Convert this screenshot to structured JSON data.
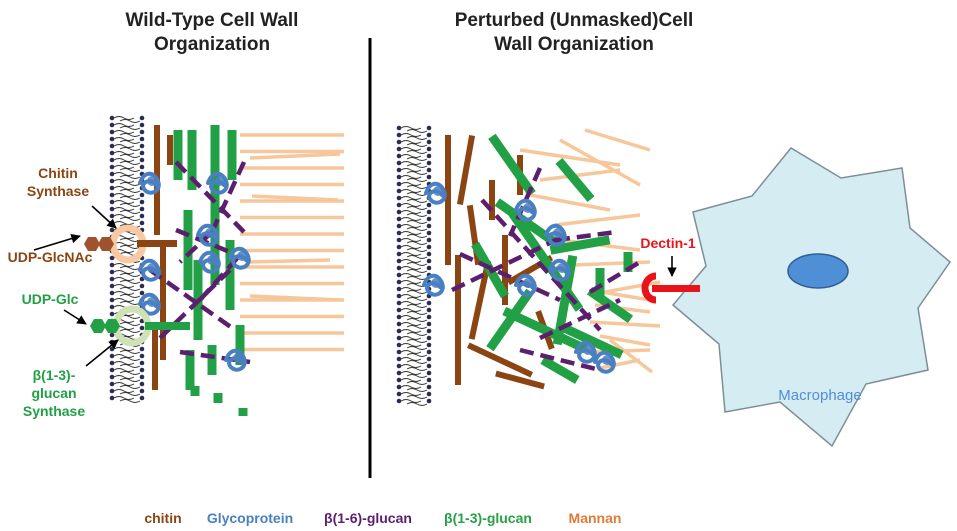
{
  "titles": {
    "left_line1": "Wild-Type Cell Wall",
    "left_line2": "Organization",
    "right_line1": "Perturbed (Unmasked)Cell",
    "right_line2": "Wall Organization"
  },
  "labels": {
    "chitin_synthase_1": "Chitin",
    "chitin_synthase_2": "Synthase",
    "udp_glcnac": "UDP-GlcNAc",
    "udp_glc": "UDP-Glc",
    "glucan_synthase_1": "β(1-3)-",
    "glucan_synthase_2": "glucan",
    "glucan_synthase_3": "Synthase",
    "dectin": "Dectin-1",
    "macrophage": "Macrophage"
  },
  "legend": [
    {
      "label": "chitin",
      "color": "#8B4513"
    },
    {
      "label": "Glycoprotein",
      "color": "#4A7FC1"
    },
    {
      "label": "β(1-6)-glucan",
      "color": "#5B1F6E"
    },
    {
      "label": "β(1-3)-glucan",
      "color": "#27A046"
    },
    {
      "label": "Mannan",
      "color": "#E07B39"
    }
  ],
  "colors": {
    "chitin": "#8B4513",
    "glycoprotein": "#4A7FC1",
    "b16_glucan": "#5B1F6E",
    "b13_glucan": "#22A046",
    "mannan": "#F5C79B",
    "dectin": "#E8141A",
    "macrophage_fill": "#D6ECF3",
    "nucleus": "#4F8FD6"
  }
}
